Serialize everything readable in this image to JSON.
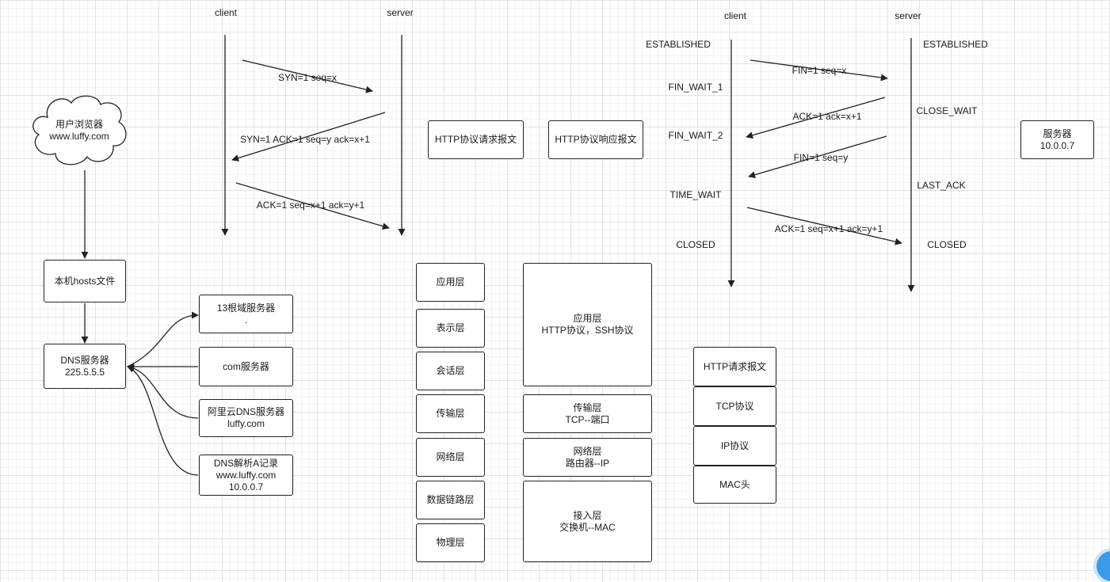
{
  "dns_flow": {
    "browser": "用户浏览器\nwww.luffy.com",
    "hosts_file": "本机hosts文件",
    "dns_server": "DNS服务器\n225.5.5.5",
    "root_server": "13根域服务器\n.",
    "com_server": "com服务器",
    "aliyun_server": "阿里云DNS服务器\nluffy.com",
    "a_record": "DNS解析A记录\nwww.luffy.com\n10.0.0.7"
  },
  "handshake": {
    "client": "client",
    "server": "server",
    "syn": "SYN=1 seq=x",
    "syn_ack": "SYN=1 ACK=1 seq=y ack=x+1",
    "ack": "ACK=1 seq=x+1 ack=y+1"
  },
  "http_messages": {
    "request": "HTTP协议请求报文",
    "response": "HTTP协议响应报文"
  },
  "teardown": {
    "client": "client",
    "server": "server",
    "client_established": "ESTABLISHED",
    "server_established": "ESTABLISHED",
    "fin_wait_1": "FIN_WAIT_1",
    "fin_wait_2": "FIN_WAIT_2",
    "time_wait": "TIME_WAIT",
    "client_closed": "CLOSED",
    "close_wait": "CLOSE_WAIT",
    "last_ack": "LAST_ACK",
    "server_closed": "CLOSED",
    "fin1": "FIN=1 seq=x",
    "ack1": "ACK=1 ack=x+1",
    "fin2": "FIN=1 seq=y",
    "ack2": "ACK=1 seq=x+1 ack=y+1"
  },
  "server_box": "服务器\n10.0.0.7",
  "osi_layers": [
    "应用层",
    "表示层",
    "会话层",
    "传输层",
    "网络层",
    "数据链路层",
    "物理层"
  ],
  "tcpip_layers": [
    "应用层\nHTTP协议，SSH协议",
    "传输层\nTCP--端口",
    "网络层\n路由器--IP",
    "接入层\n交换机--MAC"
  ],
  "packet_stack": [
    "HTTP请求报文",
    "TCP协议",
    "IP协议",
    "MAC头"
  ],
  "colors": {
    "stroke": "#222222",
    "grid": "#e3e3e3",
    "fab": "#3c9ae8"
  }
}
